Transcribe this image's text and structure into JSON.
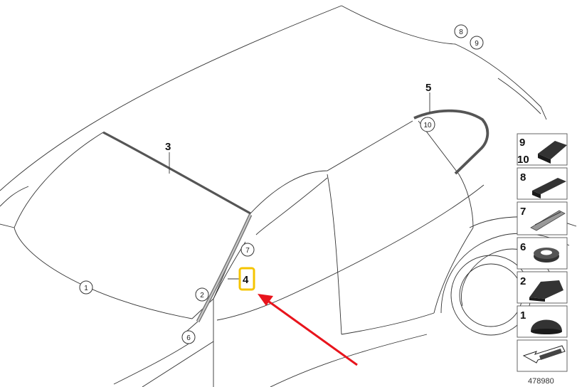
{
  "diagram": {
    "circled_callouts": [
      "1",
      "2",
      "6",
      "7",
      "10",
      "8",
      "9"
    ],
    "bold_labels": [
      "3",
      "5",
      "4"
    ],
    "highlighted_label": "4",
    "highlight_color": "#f5c400",
    "arrow_color": "#e8141c",
    "legend": {
      "items": [
        {
          "label": "9",
          "sub_label": "10",
          "part": "block-pad-large"
        },
        {
          "label": "8",
          "part": "block-strip"
        },
        {
          "label": "7",
          "part": "clip-strip"
        },
        {
          "label": "6",
          "part": "grommet"
        },
        {
          "label": "2",
          "part": "wedge-pad"
        },
        {
          "label": "1",
          "part": "dome-cap"
        }
      ]
    },
    "reference_number": "478980"
  }
}
